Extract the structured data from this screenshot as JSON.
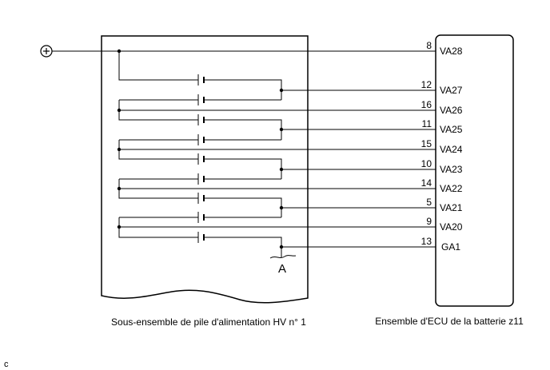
{
  "battery_pack": {
    "caption": "Sous-ensemble de pile d'alimentation HV n° 1",
    "ground_label": "A"
  },
  "ecu": {
    "caption": "Ensemble d'ECU de la batterie z11",
    "pins": [
      {
        "number": "8",
        "label": "VA28"
      },
      {
        "number": "12",
        "label": "VA27"
      },
      {
        "number": "16",
        "label": "VA26"
      },
      {
        "number": "11",
        "label": "VA25"
      },
      {
        "number": "15",
        "label": "VA24"
      },
      {
        "number": "10",
        "label": "VA23"
      },
      {
        "number": "14",
        "label": "VA22"
      },
      {
        "number": "5",
        "label": "VA21"
      },
      {
        "number": "9",
        "label": "VA20"
      },
      {
        "number": "13",
        "label": "GA1"
      }
    ]
  },
  "positive_terminal": {
    "symbol": "plus-terminal-icon"
  },
  "corner_mark": "c"
}
